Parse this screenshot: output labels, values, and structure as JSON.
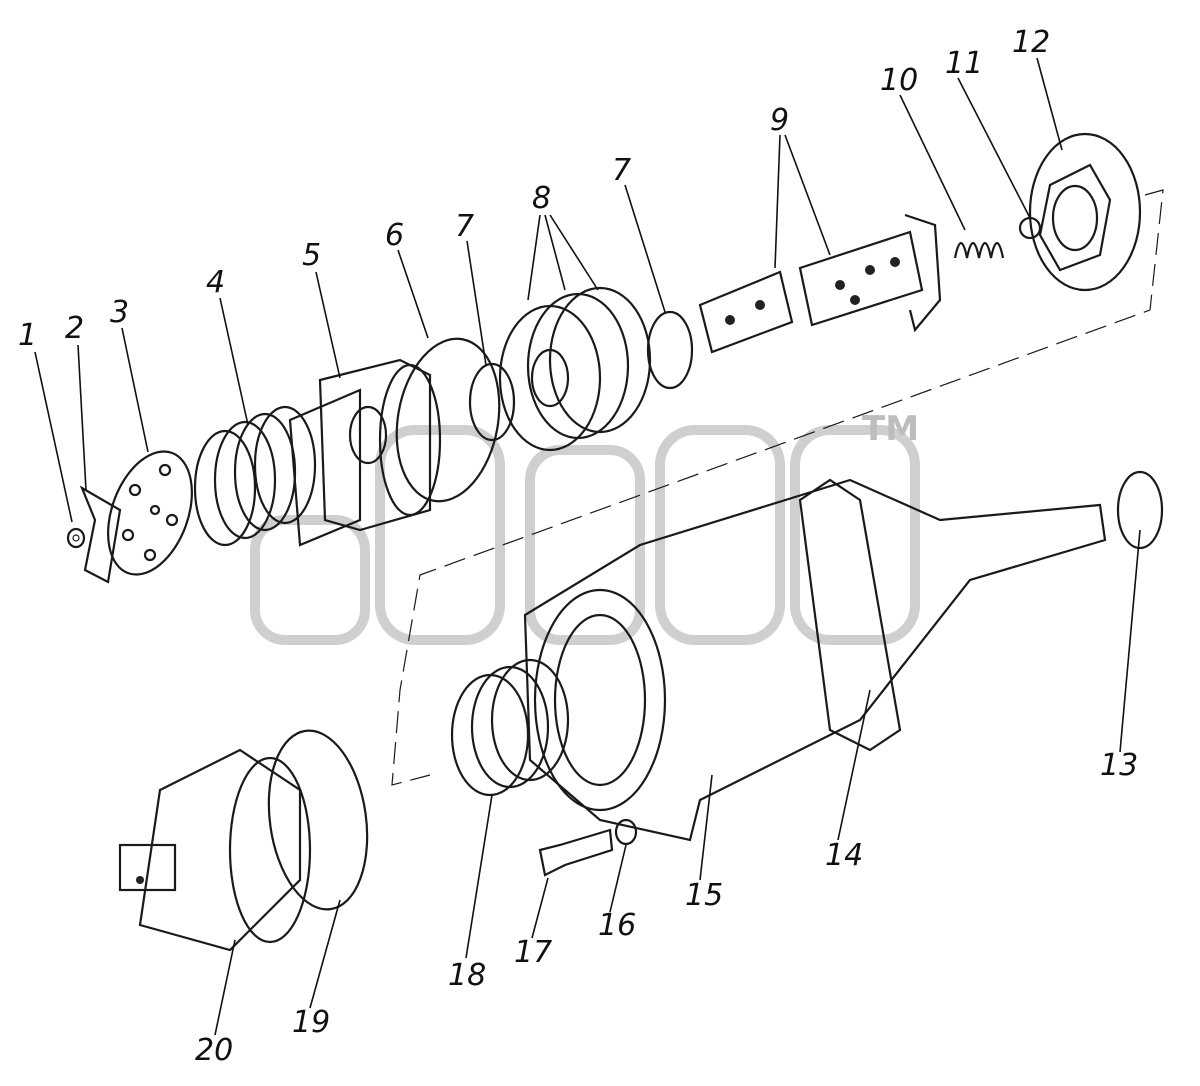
{
  "watermark": {
    "text": "ТМ"
  },
  "callouts": [
    {
      "id": "1",
      "text": "1"
    },
    {
      "id": "2",
      "text": "2"
    },
    {
      "id": "3",
      "text": "3"
    },
    {
      "id": "4",
      "text": "4"
    },
    {
      "id": "5",
      "text": "5"
    },
    {
      "id": "6",
      "text": "6"
    },
    {
      "id": "7a",
      "text": "7"
    },
    {
      "id": "8",
      "text": "8"
    },
    {
      "id": "7b",
      "text": "7"
    },
    {
      "id": "9",
      "text": "9"
    },
    {
      "id": "10",
      "text": "10"
    },
    {
      "id": "11",
      "text": "11"
    },
    {
      "id": "12",
      "text": "12"
    },
    {
      "id": "13",
      "text": "13"
    },
    {
      "id": "14",
      "text": "14"
    },
    {
      "id": "15",
      "text": "15"
    },
    {
      "id": "16",
      "text": "16"
    },
    {
      "id": "17",
      "text": "17"
    },
    {
      "id": "18",
      "text": "18"
    },
    {
      "id": "19",
      "text": "19"
    },
    {
      "id": "20",
      "text": "20"
    }
  ]
}
